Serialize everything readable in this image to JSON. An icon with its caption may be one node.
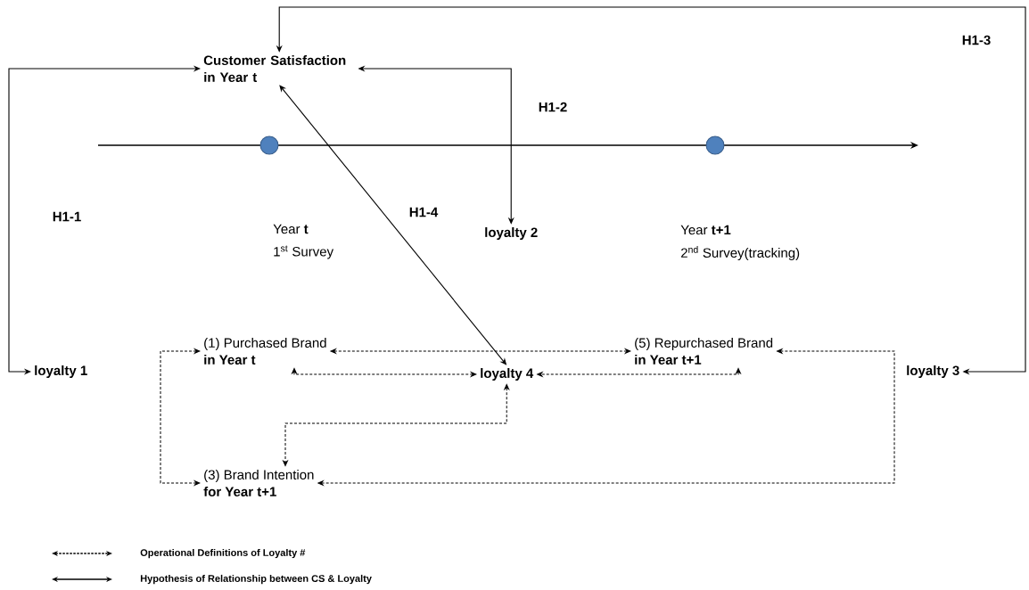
{
  "diagram": {
    "nodes": [
      {
        "text": [
          "Customer Satisfaction in Year t"
        ]
      },
      {
        "text": [
          "loyalty 2"
        ]
      },
      {
        "text": [
          "(1) Purchased Brand",
          "in Year t"
        ]
      },
      {
        "text": [
          "(5) Repurchased Brand",
          "in Year t+1"
        ]
      },
      {
        "text": [
          "loyalty 1"
        ]
      },
      {
        "text": [
          "loyalty 4"
        ]
      },
      {
        "text": [
          "loyalty 3"
        ]
      },
      {
        "text": [
          "(3) Brand Intention",
          "for Year t+1"
        ]
      }
    ],
    "edges": [
      {
        "from": 4,
        "to": 0,
        "arrow": "both",
        "label": "H1-1"
      },
      {
        "from": 0,
        "to": 1,
        "arrow": "both",
        "label": "H1-2"
      },
      {
        "from": 6,
        "to": 0,
        "arrow": "both",
        "label": "H1-3"
      },
      {
        "from": 0,
        "to": 5,
        "arrow": "both",
        "label": "H1-4"
      },
      {
        "from": 2,
        "to": 3,
        "arrow": "both",
        "style": "dashed"
      },
      {
        "from": 2,
        "to": 5,
        "arrow": "both",
        "style": "dashed"
      },
      {
        "from": 3,
        "to": 5,
        "arrow": "both",
        "style": "dashed"
      },
      {
        "from": 5,
        "to": 7,
        "arrow": "both",
        "style": "dashed"
      },
      {
        "from": 2,
        "to": 7,
        "arrow": "both",
        "style": "dashed"
      },
      {
        "from": 3,
        "to": 7,
        "arrow": "both",
        "style": "dashed"
      }
    ],
    "labels": [
      "Year **t**",
      "1$^{st}$ Survey",
      "Year **t+1**",
      "2$^{nd}$ Survey(tracking)"
    ],
    "legend": [
      {
        "text": "Operational Definitions of Loyalty #"
      },
      {
        "text": "Hypothesis of Relationship between CS & Loyalty"
      }
    ]
  }
}
